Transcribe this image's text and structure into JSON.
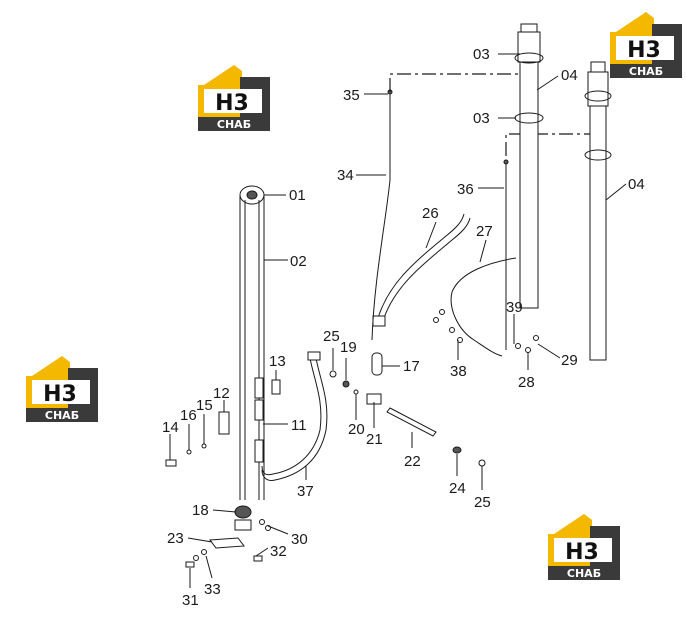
{
  "logo": {
    "big": "H3",
    "small": "СНАБ",
    "accent": "#f5b800",
    "dark": "#3a3a3a"
  },
  "callouts": {
    "c01": "01",
    "c02": "02",
    "c03a": "03",
    "c03b": "03",
    "c04a": "04",
    "c04b": "04",
    "c11": "11",
    "c12": "12",
    "c13": "13",
    "c14": "14",
    "c15": "15",
    "c16": "16",
    "c17": "17",
    "c18": "18",
    "c19": "19",
    "c20": "20",
    "c21": "21",
    "c22": "22",
    "c23": "23",
    "c24": "24",
    "c25a": "25",
    "c25b": "25",
    "c26": "26",
    "c27": "27",
    "c28": "28",
    "c29": "29",
    "c30": "30",
    "c31": "31",
    "c32": "32",
    "c33": "33",
    "c34": "34",
    "c35": "35",
    "c36": "36",
    "c37": "37",
    "c38": "38",
    "c39": "39"
  }
}
